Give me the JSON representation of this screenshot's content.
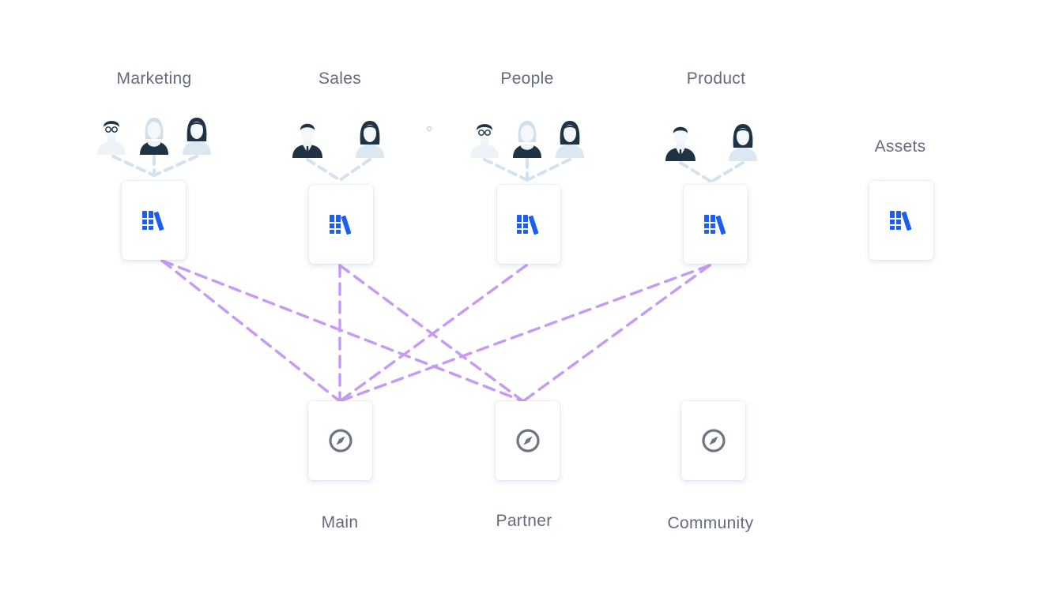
{
  "colors": {
    "team_link": "#d2e2f0",
    "collection_link": "#c79bf5",
    "library_icon": "#1b5ef0",
    "compass_icon": "#6e7583",
    "label_text": "#636b7d"
  },
  "teams": [
    {
      "id": "marketing",
      "label": "Marketing",
      "members": [
        "man-glasses",
        "woman-light",
        "woman-dark"
      ]
    },
    {
      "id": "sales",
      "label": "Sales",
      "members": [
        "man-suit",
        "woman-dark"
      ]
    },
    {
      "id": "people",
      "label": "People",
      "members": [
        "man-glasses",
        "woman-light",
        "woman-dark"
      ]
    },
    {
      "id": "product",
      "label": "Product",
      "members": [
        "man-suit",
        "woman-dark"
      ]
    }
  ],
  "assets": {
    "label": "Assets"
  },
  "collections": [
    {
      "id": "main",
      "label": "Main"
    },
    {
      "id": "partner",
      "label": "Partner"
    },
    {
      "id": "community",
      "label": "Community"
    }
  ],
  "links": [
    {
      "from": "marketing",
      "to": "main"
    },
    {
      "from": "marketing",
      "to": "partner"
    },
    {
      "from": "sales",
      "to": "main"
    },
    {
      "from": "sales",
      "to": "partner"
    },
    {
      "from": "people",
      "to": "main"
    },
    {
      "from": "product",
      "to": "main"
    },
    {
      "from": "product",
      "to": "partner"
    }
  ]
}
